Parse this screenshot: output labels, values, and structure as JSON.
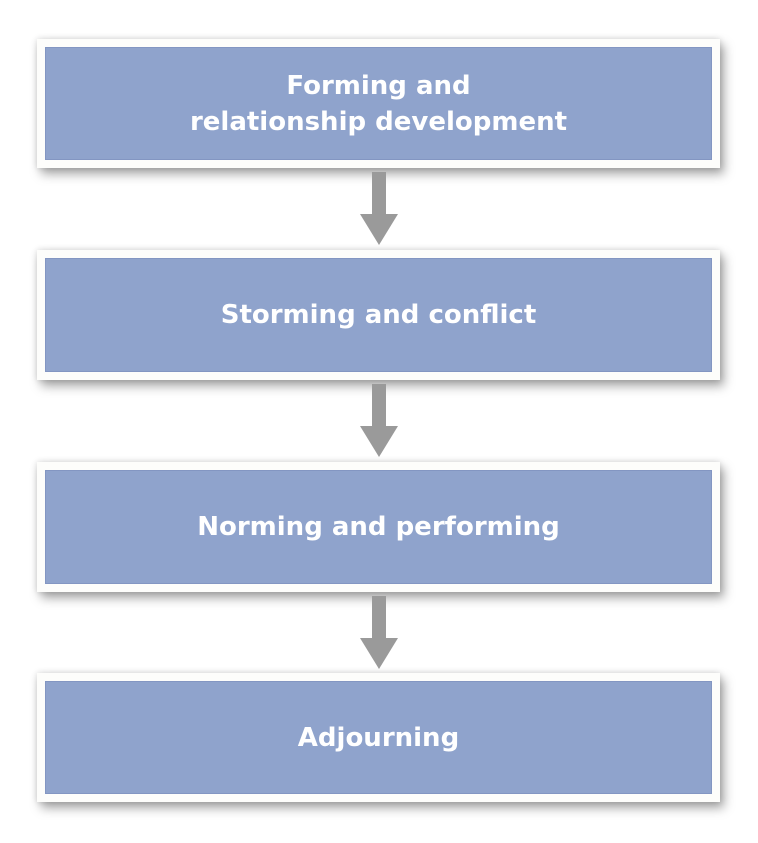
{
  "diagram": {
    "type": "vertical-flowchart",
    "colors": {
      "box_fill": "#8fa3cc",
      "box_border": "#fdfdfb",
      "text": "#ffffff",
      "arrow": "#9a9a9a"
    },
    "stages": [
      {
        "lines": [
          "Forming and",
          "relationship development"
        ]
      },
      {
        "lines": [
          "Storming and conflict"
        ]
      },
      {
        "lines": [
          "Norming and performing"
        ]
      },
      {
        "lines": [
          "Adjourning"
        ]
      }
    ],
    "arrows": [
      {
        "from": 0,
        "to": 1,
        "icon": "arrow-down-icon"
      },
      {
        "from": 1,
        "to": 2,
        "icon": "arrow-down-icon"
      },
      {
        "from": 2,
        "to": 3,
        "icon": "arrow-down-icon"
      }
    ]
  }
}
